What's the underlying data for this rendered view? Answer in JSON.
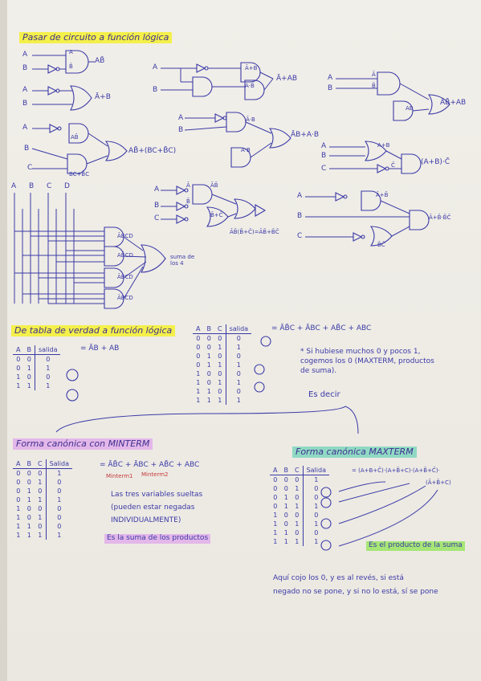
{
  "section1": {
    "title": "Pasar de circuito a función lógica",
    "c1": {
      "a": "A",
      "b": "B",
      "in_a": "A",
      "in_b": "B̄",
      "out": "AB̄"
    },
    "c2": {
      "a": "A",
      "b": "B",
      "out": "Ā+B"
    },
    "c3": {
      "a": "A",
      "b": "B",
      "g1": "Ā+B",
      "g2": "A·B̄",
      "out": "Ā+AB"
    },
    "c4": {
      "a": "A",
      "b": "B",
      "g1": "Ā",
      "g2": "B̄",
      "g3": "AB",
      "out": "ĀB̄+AB"
    },
    "c5": {
      "a": "A",
      "b": "B",
      "c": "C",
      "g1": "AB̄",
      "g2": "BC+B̄C",
      "out": "AB̄+(BC+B̄C)"
    },
    "c6": {
      "a": "A",
      "b": "B",
      "g1": "Ā·B",
      "g2": "A·B",
      "out": "ĀB+A·B"
    },
    "c7": {
      "a": "A",
      "b": "B",
      "c": "C",
      "g1": "A+B",
      "g2": "C̄",
      "out": "(A+B)·C̄"
    },
    "c8": {
      "a": "A",
      "b": "B",
      "c": "C",
      "g1": "Ā",
      "g2": "B̄",
      "g3": "ĀB̄",
      "g4": "B̄+C̄",
      "out": "ĀB̄(B̄+C̄)=ĀB̄+B̄C̄"
    },
    "c9": {
      "a": "A",
      "b": "B",
      "c": "C",
      "g1": "Ā+B̄",
      "g2": "B̄C̄",
      "out": "Ā+B̄·B̄C̄"
    },
    "c10": {
      "inputs": [
        "A",
        "B",
        "C",
        "D"
      ],
      "terms": [
        "ĀBCD",
        "AB̄CD",
        "ĀBCD",
        "ĀBCD"
      ],
      "out_note": "suma de los 4"
    }
  },
  "section2": {
    "title": "De tabla de verdad a función lógica",
    "t1": {
      "header": [
        "A",
        "B",
        "salida"
      ],
      "formula": "= ĀB + AB",
      "rows": [
        [
          "0",
          "0",
          "0"
        ],
        [
          "0",
          "1",
          "1"
        ],
        [
          "1",
          "0",
          "0"
        ],
        [
          "1",
          "1",
          "1"
        ]
      ]
    },
    "t2": {
      "header": [
        "A",
        "B",
        "C",
        "salida"
      ],
      "formula": "= ĀB̄C + ĀBC + AB̄C + ABC",
      "rows": [
        [
          "0",
          "0",
          "0",
          "0"
        ],
        [
          "0",
          "0",
          "1",
          "1"
        ],
        [
          "0",
          "1",
          "0",
          "0"
        ],
        [
          "0",
          "1",
          "1",
          "1"
        ],
        [
          "1",
          "0",
          "0",
          "0"
        ],
        [
          "1",
          "0",
          "1",
          "1"
        ],
        [
          "1",
          "1",
          "0",
          "0"
        ],
        [
          "1",
          "1",
          "1",
          "1"
        ]
      ],
      "note": "* Si hubiese muchos 0 y pocos 1, cogemos los 0 (MAXTERM, productos de suma).",
      "es_decir": "Es decir"
    }
  },
  "section3": {
    "minterm": {
      "title": "Forma canónica con MINTERM",
      "header": [
        "A",
        "B",
        "C",
        "Salida"
      ],
      "formula": "= ĀB̄C + ĀBC + AB̄C + ABC",
      "labels": [
        "Minterm1",
        "Minterm2"
      ],
      "rows": [
        [
          "0",
          "0",
          "0",
          "1"
        ],
        [
          "0",
          "0",
          "1",
          "0"
        ],
        [
          "0",
          "1",
          "0",
          "0"
        ],
        [
          "0",
          "1",
          "1",
          "1"
        ],
        [
          "1",
          "0",
          "0",
          "0"
        ],
        [
          "1",
          "0",
          "1",
          "0"
        ],
        [
          "1",
          "1",
          "0",
          "0"
        ],
        [
          "1",
          "1",
          "1",
          "1"
        ]
      ],
      "note1": "Las tres variables sueltas",
      "note2": "(pueden estar negadas",
      "note3": "INDIVIDUALMENTE)",
      "note4": "Es la suma de los productos"
    },
    "maxterm": {
      "title": "Forma canónica MAXTERM",
      "header": [
        "A",
        "B",
        "C",
        "Salida"
      ],
      "formula": "= (A+B+C̄)·(A+B̄+C)·(A+B̄+C̄)·",
      "formula2": "(Ā+B̄+C)",
      "rows": [
        [
          "0",
          "0",
          "0",
          "1"
        ],
        [
          "0",
          "0",
          "1",
          "0"
        ],
        [
          "0",
          "1",
          "0",
          "0"
        ],
        [
          "0",
          "1",
          "1",
          "1"
        ],
        [
          "1",
          "0",
          "0",
          "0"
        ],
        [
          "1",
          "0",
          "1",
          "1"
        ],
        [
          "1",
          "1",
          "0",
          "0"
        ],
        [
          "1",
          "1",
          "1",
          "1"
        ]
      ],
      "note": "Es el producto de la suma",
      "footer1": "Aquí cojo los 0, y es al revés, si está",
      "footer2": "negado no se pone, y si no lo está, sí se pone"
    }
  }
}
